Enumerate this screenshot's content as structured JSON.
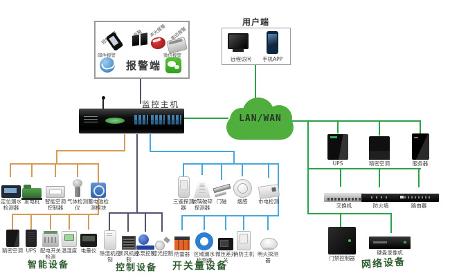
{
  "colors": {
    "line_green": "#2da14a",
    "line_orange": "#d89b54",
    "line_navy": "#53546c",
    "line_blue": "#49a7d9",
    "cloud_green": "#4fae3c",
    "group_label_green": "#2e5b2e"
  },
  "alarm_panel": {
    "title": "报警端",
    "items": [
      "短信报警",
      "音箱",
      "声光报警",
      "电话报警",
      "邮件报警",
      "微信报警"
    ]
  },
  "user_panel": {
    "title": "用户端",
    "items": [
      "远程访问",
      "手机APP"
    ]
  },
  "host": {
    "label": "监控主机"
  },
  "cloud": {
    "label": "LAN/WAN"
  },
  "smart_group": {
    "label": "智能设备",
    "row1": [
      "定位漏水检测器",
      "发电机",
      "智能空调控制器",
      "气体检测仪",
      "蓄电池检测模块"
    ],
    "row2": [
      "精密空调",
      "UPS",
      "配电开关检测",
      "温湿度",
      "电量仪"
    ]
  },
  "control_group": {
    "label": "控制设备",
    "items": [
      "除湿机控制",
      "新风机控制",
      "水泵控制",
      "灯光控制"
    ]
  },
  "sensor_row": {
    "items": [
      "三鉴探测器",
      "玻璃破碎探测器",
      "门磁",
      "烟感",
      "市电检测"
    ]
  },
  "switch_group": {
    "label": "开关量设备",
    "items": [
      "防雷器",
      "区域漏水检测绳",
      "微压差开关",
      "消防主机",
      "明火探测器"
    ]
  },
  "network_group": {
    "label": "网络设备",
    "top": [
      "UPS",
      "精密空调",
      "服务器"
    ],
    "mid": [
      "交换机",
      "防火墙",
      "路由器"
    ],
    "bottom": [
      "门禁控制器",
      "硬盘录像机"
    ]
  }
}
